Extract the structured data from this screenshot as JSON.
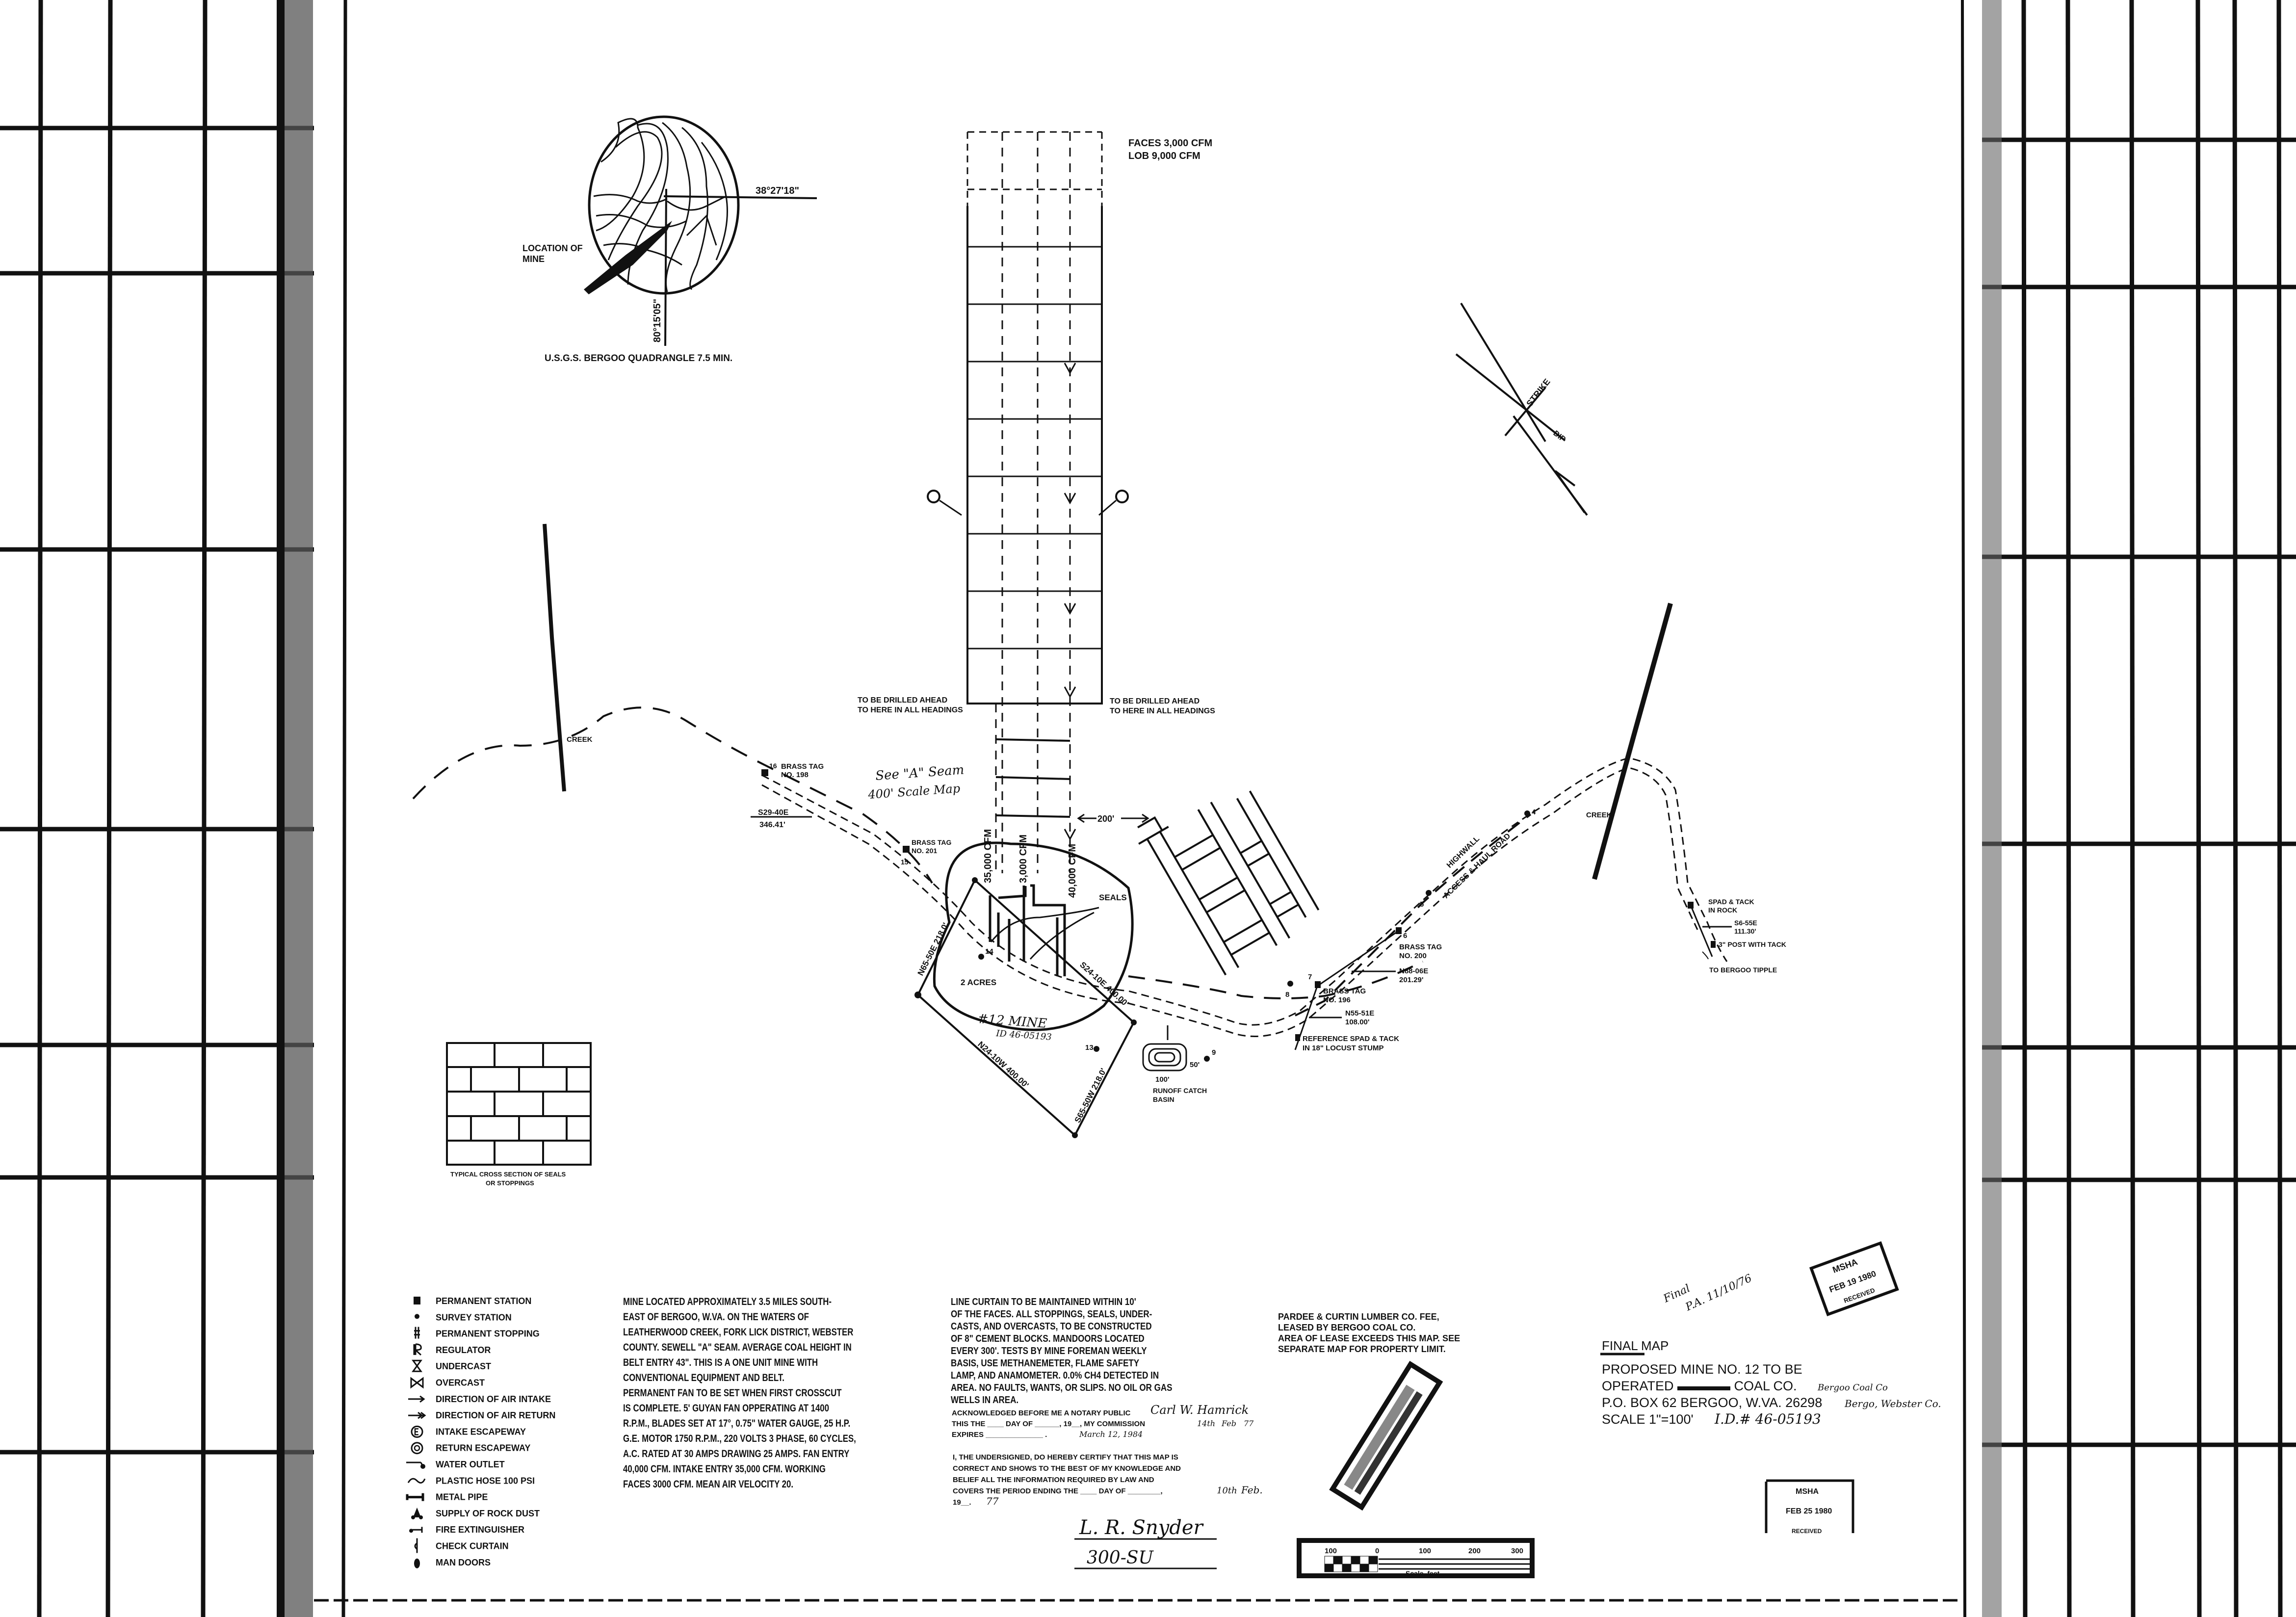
{
  "location_map": {
    "latitude": "38°27'18\"",
    "longitude": "80°15'05\"",
    "pointer_label": [
      "LOCATION OF",
      "MINE"
    ],
    "caption": "U.S.G.S.  BERGOO  QUADRANGLE   7.5 MIN."
  },
  "ventilation": {
    "faces": "FACES  3,000  CFM",
    "lob": "LOB  9,000  CFM"
  },
  "drill_ahead": [
    "TO BE DRILLED AHEAD",
    "TO HERE IN ALL HEADINGS"
  ],
  "strike_dip": {
    "strike": "STRIKE",
    "dip": "DIP"
  },
  "labels": {
    "creek": "CREEK",
    "brass_tag_198": [
      "BRASS TAG",
      "NO. 198"
    ],
    "sta_16": "16",
    "bearing_1": [
      "S29-40E",
      "346.41'"
    ],
    "see_a_seam": [
      "See \"A\" Seam",
      "400' Scale Map"
    ],
    "brass_tag_201": [
      "BRASS TAG",
      "NO. 201"
    ],
    "sta_15": "15",
    "cfm_35000": "35,000 CFM",
    "cfm_3000": "3,000 CFM",
    "cfm_40000": "40,000 CFM",
    "seals": "SEALS",
    "dist_200": "200'",
    "lease_n65": "N65-50E  218.0'",
    "lease_s24": "S24-10E  400.00'",
    "lease_n24": "N24-10W  400.00'",
    "lease_s65": "S65-50W  218.0'",
    "acres": "2 ACRES",
    "mine_id_hand": [
      "#12 MINE",
      "ID 46-05193"
    ],
    "sta_14": "14",
    "sta_13": "13",
    "sta_9": "9",
    "basin_50": "50'",
    "basin_100": "100'",
    "basin": [
      "RUNOFF CATCH",
      "BASIN"
    ],
    "sta_8": "8",
    "sta_7": "7",
    "brass_tag_196": [
      "BRASS TAG",
      "NO. 196"
    ],
    "bearing_2": [
      "N55-51E",
      "108.00'"
    ],
    "reference": [
      "REFERENCE SPAD & TACK",
      "IN 18\" LOCUST STUMP"
    ],
    "sta_6": "6",
    "brass_tag_200": [
      "BRASS TAG",
      "NO. 200"
    ],
    "bearing_3": [
      "N88-06E",
      "201.29'"
    ],
    "sta_5": "5",
    "highwall": "HIGHWALL",
    "haul_road": "ACCESS & HAUL ROAD",
    "sta_4": "4",
    "creek_right": "CREEK",
    "spad_rock": [
      "SPAD & TACK",
      "IN ROCK"
    ],
    "bearing_4": [
      "S6-55E",
      "111.30'"
    ],
    "post": "3\" POST WITH TACK",
    "tipple": "TO BERGOO TIPPLE"
  },
  "seal_section": {
    "caption": [
      "TYPICAL  CROSS  SECTION  OF  SEALS",
      "OR  STOPPINGS"
    ]
  },
  "legend": [
    {
      "icon": "permanent-station",
      "label": "PERMANENT  STATION"
    },
    {
      "icon": "survey-station",
      "label": "SURVEY  STATION"
    },
    {
      "icon": "permanent-stopping",
      "label": "PERMANENT  STOPPING"
    },
    {
      "icon": "regulator",
      "label": "REGULATOR"
    },
    {
      "icon": "undercast",
      "label": "UNDERCAST"
    },
    {
      "icon": "overcast",
      "label": "OVERCAST"
    },
    {
      "icon": "air-intake-arrow",
      "label": "DIRECTION  OF  AIR  INTAKE"
    },
    {
      "icon": "air-return-arrow",
      "label": "DIRECTION  OF  AIR  RETURN"
    },
    {
      "icon": "intake-escapeway",
      "label": "INTAKE  ESCAPEWAY"
    },
    {
      "icon": "return-escapeway",
      "label": "RETURN  ESCAPEWAY"
    },
    {
      "icon": "water-outlet",
      "label": "WATER  OUTLET"
    },
    {
      "icon": "plastic-hose",
      "label": "PLASTIC  HOSE    100 PSI"
    },
    {
      "icon": "metal-pipe",
      "label": "METAL  PIPE"
    },
    {
      "icon": "rock-dust",
      "label": "SUPPLY  OF  ROCK  DUST"
    },
    {
      "icon": "fire-extinguisher",
      "label": "FIRE  EXTINGUISHER"
    },
    {
      "icon": "check-curtain",
      "label": "CHECK  CURTAIN"
    },
    {
      "icon": "man-door",
      "label": "MAN  DOORS"
    }
  ],
  "description": {
    "lines": [
      "MINE LOCATED APPROXIMATELY 3.5 MILES SOUTH-",
      "EAST OF BERGOO, W.VA. ON THE WATERS OF",
      "LEATHERWOOD CREEK, FORK LICK DISTRICT, WEBSTER",
      "COUNTY. SEWELL \"A\" SEAM. AVERAGE COAL HEIGHT IN",
      "BELT ENTRY 43\". THIS IS A ONE UNIT MINE WITH",
      "CONVENTIONAL EQUIPMENT AND BELT.",
      "PERMANENT FAN TO BE SET WHEN FIRST CROSSCUT",
      "IS COMPLETE. 5' GUYAN FAN OPPERATING AT 1400",
      "R.P.M., BLADES SET AT 17°, 0.75\" WATER GAUGE, 25 H.P.",
      "G.E. MOTOR 1750 R.P.M., 220 VOLTS 3 PHASE, 60 CYCLES,",
      "A.C. RATED AT 30 AMPS DRAWING 25 AMPS. FAN ENTRY",
      "40,000 CFM. INTAKE ENTRY 35,000 CFM. WORKING",
      "FACES 3000 CFM. MEAN AIR VELOCITY 20."
    ]
  },
  "notes": {
    "lines": [
      "LINE CURTAIN TO BE MAINTAINED WITHIN 10'",
      "OF THE FACES. ALL STOPPINGS, SEALS, UNDER-",
      "CASTS, AND OVERCASTS, TO BE CONSTRUCTED",
      "OF 8\" CEMENT BLOCKS. MANDOORS LOCATED",
      "EVERY 300'. TESTS BY MINE FOREMAN WEEKLY",
      "BASIS, USE METHANEMETER, FLAME SAFETY",
      "LAMP, AND ANAMOMETER. 0.0% CH4 DETECTED IN",
      "AREA. NO FAULTS, WANTS, OR SLIPS. NO OIL OR GAS",
      "WELLS IN AREA."
    ]
  },
  "acknowledgment": {
    "lines": [
      "ACKNOWLEDGED BEFORE ME A NOTARY PUBLIC",
      "THIS THE ____ DAY OF ______, 19__, MY COMMISSION",
      "EXPIRES ______________ ."
    ],
    "hand_day": "14th",
    "hand_month": "Feb",
    "hand_year": "77",
    "hand_expires": "March 12, 1984",
    "notary_signature": "Carl W. Hamrick"
  },
  "certification": {
    "lines": [
      "I, THE UNDERSIGNED, DO HEREBY CERTIFY THAT THIS MAP IS",
      "CORRECT AND SHOWS TO THE BEST OF MY KNOWLEDGE AND",
      "BELIEF ALL THE INFORMATION REQUIRED BY LAW AND",
      "COVERS THE PERIOD ENDING THE ____ DAY OF ________,",
      "19__."
    ],
    "hand_day": "10th",
    "hand_month": "Feb.",
    "hand_year": "77",
    "signature": "L. R. Snyder",
    "license": "300-SU"
  },
  "property": {
    "lines": [
      "PARDEE & CURTIN LUMBER CO. FEE,",
      "LEASED BY BERGOO COAL CO.",
      "AREA OF LEASE EXCEEDS THIS MAP. SEE",
      "SEPARATE MAP FOR PROPERTY LIMIT."
    ]
  },
  "scale_bar": {
    "ticks": [
      "100",
      "0",
      "100",
      "200",
      "300"
    ],
    "caption": "Scale, feet"
  },
  "title_block": {
    "heading": "FINAL  MAP",
    "lines": [
      "PROPOSED  MINE  NO. 12  TO  BE",
      "OPERATED  ▬▬▬▬  COAL  CO.",
      "P.O.  BOX  62  BERGOO, W.VA.  26298",
      "SCALE  1\"=100'"
    ],
    "id_hand": "I.D.# 46-05193",
    "hand_company": "Bergoo Coal Co",
    "hand_location": "Bergo, Webster Co.",
    "hand_final": "Final",
    "hand_pa": "P.A. 11/10/76"
  },
  "stamps": [
    {
      "agency": "MSHA",
      "date": "FEB 19 1980",
      "status": "RECEIVED"
    },
    {
      "agency": "MSHA",
      "date": "FEB 25 1980",
      "status": "RECEIVED"
    }
  ]
}
